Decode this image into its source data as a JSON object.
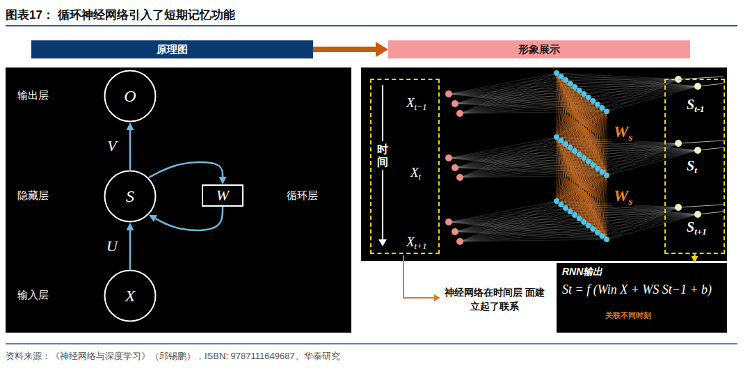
{
  "diagram": {
    "title": "图表17： 循环神经网络引入了短期记忆功能",
    "caption": "资料来源：《神经网络与深度学习》（邱锡鹏），ISBN: 9787111649687、华泰研究",
    "nodes": [
      {
        "text": [
          "原理图"
        ]
      },
      {
        "text": [
          "形象展示"
        ]
      },
      {
        "text": [
          "O"
        ]
      },
      {
        "text": [
          "S"
        ]
      },
      {
        "text": [
          "W"
        ]
      },
      {
        "text": [
          "X"
        ]
      },
      {
        "text": [
          "时间",
          "Xt−1",
          "Xt",
          "Xt+1"
        ]
      },
      {
        "text": [
          "St-1",
          "St",
          "St+1"
        ]
      },
      {
        "text": [
          "RNN输出",
          "St = f (Win X + WS St−1 + b)",
          "关联不同时刻"
        ]
      }
    ],
    "edges": [
      {
        "from": 0,
        "to": 1,
        "arrow": "to"
      },
      {
        "from": 5,
        "to": 3,
        "label": "U",
        "arrow": "to"
      },
      {
        "from": 3,
        "to": 2,
        "label": "V",
        "arrow": "to"
      },
      {
        "from": 3,
        "to": 4,
        "arrow": "to"
      },
      {
        "from": 4,
        "to": 3,
        "arrow": "to"
      },
      {
        "from": 7,
        "to": 8,
        "arrow": "to"
      }
    ],
    "labels": [
      "输出层",
      "隐藏层",
      "输入层",
      "循环层",
      "Ws",
      "Ws",
      "神经网络在时间层 面建立起了联系"
    ]
  }
}
